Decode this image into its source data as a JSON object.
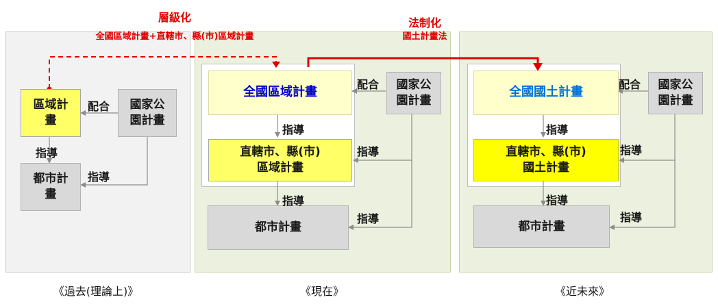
{
  "annotations": {
    "hierarchy_title": "層級化",
    "hierarchy_sub": "全國區域計畫+直轄市、縣(市)區域計畫",
    "legal_title": "法制化",
    "legal_sub": "國土計畫法"
  },
  "past": {
    "caption": "《過去(理論上)》",
    "regional_plan": "區域計\n畫",
    "national_park": "國家公\n園計畫",
    "urban_plan": "都市計\n畫",
    "coordinate": "配合",
    "guide_1": "指導",
    "guide_2": "指導"
  },
  "present": {
    "caption": "《現在》",
    "national_regional": "全國區域計畫",
    "municipal_regional": "直轄市、縣(市)\n區域計畫",
    "national_park": "國家公\n園計畫",
    "urban_plan": "都市計畫",
    "coordinate": "配合",
    "guide_1": "指導",
    "guide_2": "指導",
    "guide_3": "指導",
    "guide_4": "指導"
  },
  "future": {
    "caption": "《近未來》",
    "national_land": "全國國土計畫",
    "municipal_land": "直轄市、縣(市)\n國土計畫",
    "national_park": "國家公\n園計畫",
    "urban_plan": "都市計畫",
    "coordinate": "配合",
    "guide_1": "指導",
    "guide_2": "指導",
    "guide_3": "指導",
    "guide_4": "指導"
  },
  "colors": {
    "accent_red": "#e00000",
    "title_blue_present": "#0000cc",
    "title_blue_future": "#0070dd"
  }
}
